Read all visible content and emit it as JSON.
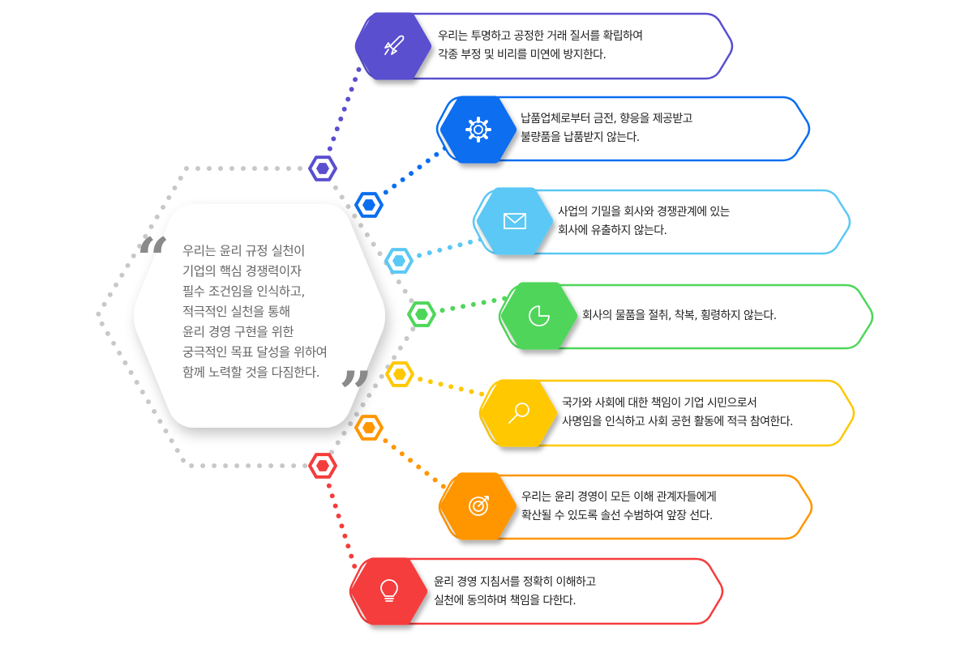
{
  "center_statement": {
    "lines": [
      "우리는 윤리 규정 실천이",
      "기업의 핵심 경쟁력이자",
      "필수 조건임을 인식하고,",
      "적극적인 실천을 통해",
      "윤리 경영 구현을 위한",
      "궁극적인 목표 달성을 위하여",
      "함께 노력할 것을 다짐한다."
    ],
    "open_quote": "“",
    "close_quote": "”"
  },
  "items": [
    {
      "icon": "rocket-icon",
      "color": "#5a4fcf",
      "lines": [
        "우리는 투명하고 공정한 거래 질서를 확립하여",
        "각종 부정 및 비리를 미연에 방지한다."
      ]
    },
    {
      "icon": "gear-icon",
      "color": "#0a6ef0",
      "lines": [
        "납품업체로부터 금전, 향응을 제공받고",
        "불량품을 납품받지 않는다."
      ]
    },
    {
      "icon": "mail-icon",
      "color": "#5bc8f5",
      "lines": [
        "사업의 기밀을 회사와 경쟁관계에 있는",
        "회사에 유출하지 않는다."
      ]
    },
    {
      "icon": "pie-chart-icon",
      "color": "#4fd65a",
      "lines": [
        "회사의 물품을 절취, 착복, 횡령하지 않는다."
      ]
    },
    {
      "icon": "magnifier-icon",
      "color": "#ffc800",
      "lines": [
        "국가와 사회에 대한 책임이 기업 시민으로서",
        "사명임을 인식하고 사회 공헌 활동에 적극 참여한다."
      ]
    },
    {
      "icon": "target-icon",
      "color": "#ff9600",
      "lines": [
        "우리는 윤리 경영이 모든 이해 관계자들에게",
        "확산될 수 있도록 솔선 수범하여 앞장 선다."
      ]
    },
    {
      "icon": "lightbulb-icon",
      "color": "#f53c3c",
      "lines": [
        "윤리 경영 지침서를 정확히 이해하고",
        "실천에 동의하며 책임을 다한다."
      ]
    }
  ]
}
